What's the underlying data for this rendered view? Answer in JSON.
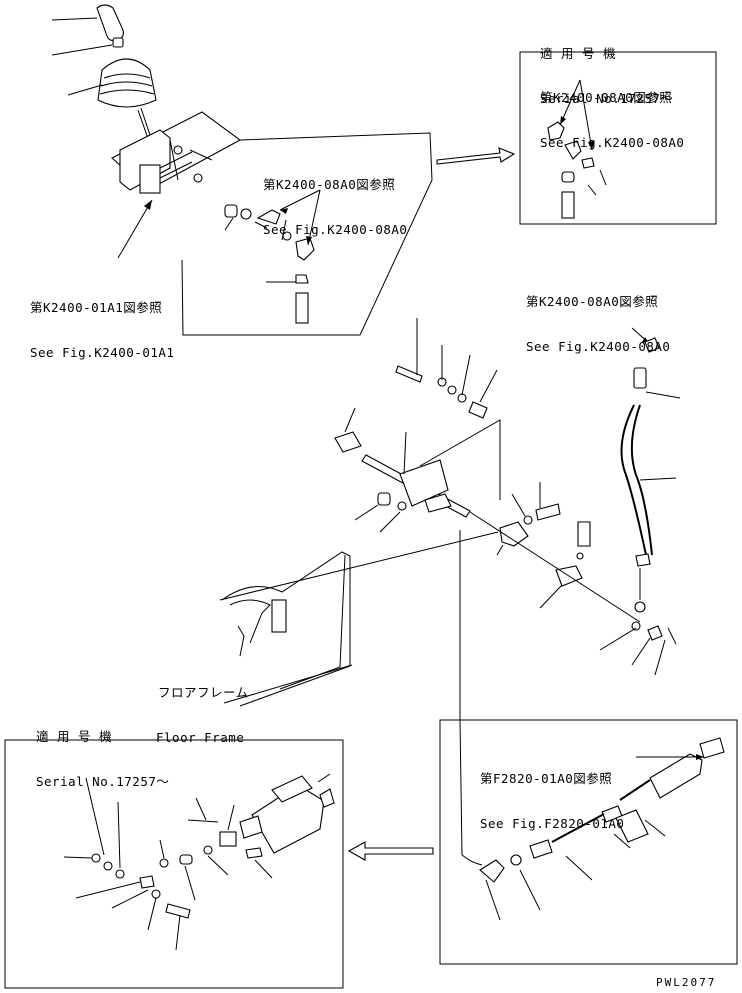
{
  "labels": {
    "see_k2400_01a1_jp": "第K2400-01A1図参照",
    "see_k2400_01a1_en": "See Fig.K2400-01A1",
    "see_k2400_08a0_jp": "第K2400-08A0図参照",
    "see_k2400_08a0_en": "See Fig.K2400-08A0",
    "serial_top_jp": "適 用 号 機",
    "serial_top_en": "Serial No.17257〜",
    "inset_top_jp": "第K2400-08A0図参照",
    "inset_top_en": "See Fig.K2400-08A0",
    "right_ref_jp": "第K2400-08A0図参照",
    "right_ref_en": "See Fig.K2400-08A0",
    "floor_jp": "フロアフレーム",
    "floor_en": "Floor Frame",
    "serial_bottom_jp": "適 用 号 機",
    "serial_bottom_en": "Serial No.17257〜",
    "f2820_jp": "第F2820-01A0図参照",
    "f2820_en": "See Fig.F2820-01A0",
    "drawing_code": "PWL2077"
  }
}
